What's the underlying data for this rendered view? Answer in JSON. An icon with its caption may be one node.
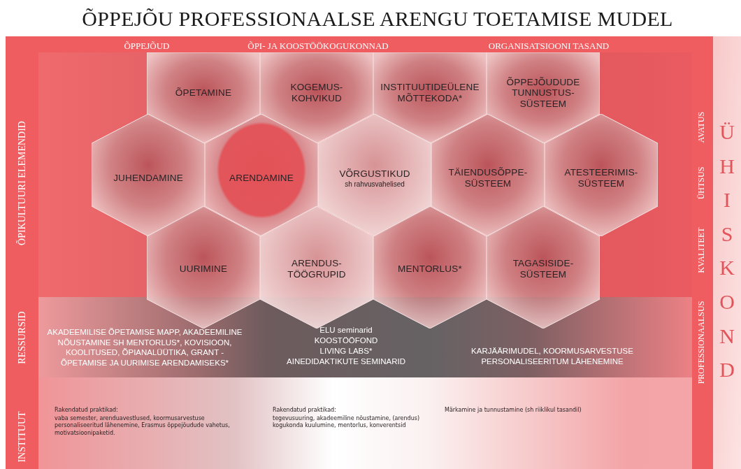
{
  "diagram": {
    "title": "ÕPPEJÕU PROFESSIONAALSE ARENGU TOETAMISE MUDEL",
    "nodes": [
      {
        "text": [
          "ÕPETAMINE"
        ]
      },
      {
        "text": [
          "KOGEMUS- KOHVIKUD"
        ]
      },
      {
        "text": [
          "INSTITUUTIDEÜLENE MÕTTEKODA*"
        ]
      },
      {
        "text": [
          "ÕPPEJÕUDUDE TUNNUSTUS- SÜSTEEM"
        ]
      },
      {
        "text": [
          "JUHENDAMINE"
        ]
      },
      {
        "text": [
          "ARENDAMINE"
        ]
      },
      {
        "text": [
          "VÕRGUSTIKUD",
          "sh rahvusvahelised"
        ]
      },
      {
        "text": [
          "TÄIENDUSÕPPE- SÜSTEEM"
        ]
      },
      {
        "text": [
          "ATESTEERIMIS- SÜSTEEM"
        ]
      },
      {
        "text": [
          "UURIMINE"
        ]
      },
      {
        "text": [
          "ARENDUS- TÖÖGRUPID"
        ]
      },
      {
        "text": [
          "MENTORLUS*"
        ]
      },
      {
        "text": [
          "TAGASISIDE- SÜSTEEM"
        ]
      }
    ],
    "labels": [
      "ÕPPEJÕUD",
      "ÕPI- JA KOOSTÖÖKOGUKONNAD",
      "ORGANISATSIOONI TASAND",
      "ÕPIKULTUURI ELEMENDID",
      "AVATUS",
      "ÜHTSUS",
      "KVALITEET",
      "ÜHISKOND",
      "RESSURSID",
      "AKADEEMILISE ÕPETAMISE MAPP, AKADEEMILINE NÕUSTAMINE SH MENTORLUS*, KOVISIOON, KOOLITUSED, ÕPIANALÜÜTIKA, GRANT - ÕPETAMISE JA UURIMISE ARENDAMISEKS*",
      "ELU seminarid",
      "KOOSTÖÖFOND",
      "LIVING LABS*",
      "AINEDIDAKTIKUTE SEMINARID",
      "KARJÄÄRIMUDEL, KOORMUSARVESTUSE PERSONALISEERITUM LÄHENEMINE",
      "PROFESSIONAALSUS",
      "INSTITUUT",
      "Rakendatud praktikad:",
      "vaba semester, arenduavestlused, koormusarvestuse personaliseeritud lähenemine, Erasmus õppejõudude vahetus, motivatsioonipaketid.",
      "Rakendatud praktikad:",
      "tegevusuuring, akadeemiline nõustamine, (arendus) kogukonda kuulumine, mentorlus, konverentsid",
      "Märkamine ja tunnustamine (sh riiklikul tasandil)"
    ]
  }
}
